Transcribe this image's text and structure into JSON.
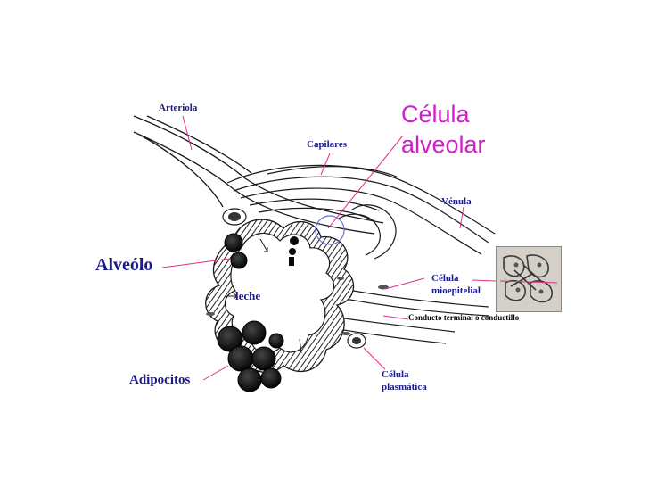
{
  "labels": {
    "arteriola": "Arteriola",
    "capilares": "Capilares",
    "celula_alveolar_line1": "Célula",
    "celula_alveolar_line2": "alveolar",
    "venula": "Vénula",
    "alveolo": "Alveólo",
    "leche": "leche",
    "celula_mioepitelial_line1": "Célula",
    "celula_mioepitelial_line2": "mioepitelial",
    "conducto": "Conducto terminal o conductillo",
    "adipocitos": "Adipocitos",
    "celula_plasmatica_line1": "Célula",
    "celula_plasmatica_line2": "plasmática"
  },
  "colors": {
    "label_blue": "#1a1a8c",
    "label_pink": "#d01ec8",
    "leader_red": "#e0308a",
    "outline": "#1a1a1a"
  }
}
